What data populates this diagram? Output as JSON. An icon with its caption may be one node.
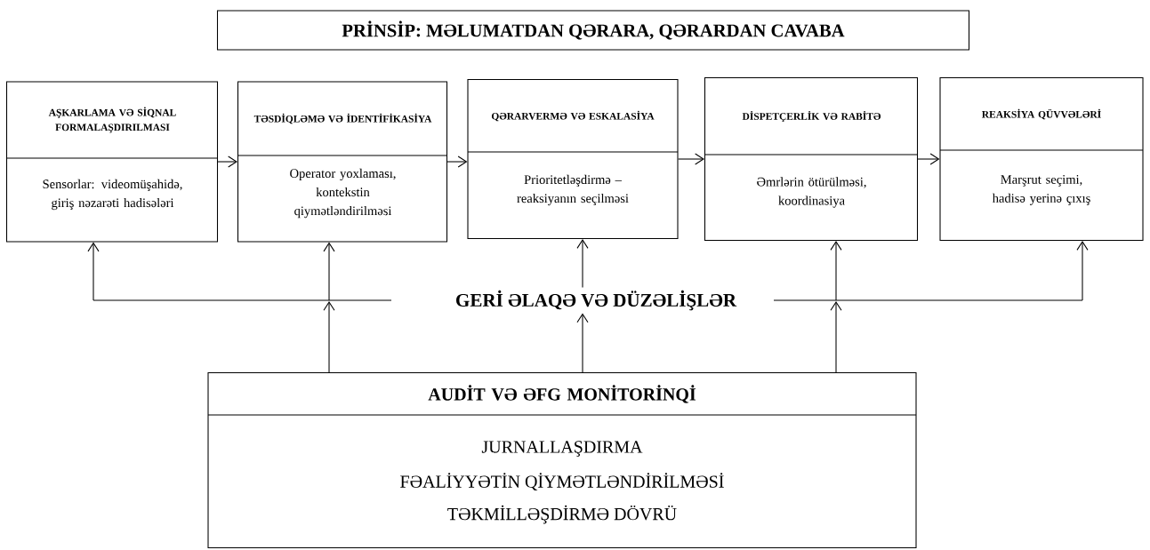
{
  "diagram": {
    "title": "PRİNSİP: MƏLUMATDAN QƏRARA, QƏRARDAN CAVABA",
    "nodes": [
      {
        "text": [
          "AŞKARLAMA VƏ SİQNAL FORMALAŞDIRILMASI",
          "Sensorlar: videomüşahidə, giriş nəzarəti hadisələri"
        ]
      },
      {
        "text": [
          "TƏSDİQLƏMƏ VƏ İDENTİFİKASİYA",
          "Operator yoxlaması, kontekstin qiymətləndirilməsi"
        ]
      },
      {
        "text": [
          "QƏRARVERMƏ VƏ ESKALASİYA",
          "Prioritetləşdirmə – reaksiyanın seçilməsi"
        ]
      },
      {
        "text": [
          "DİSPETÇERLİK VƏ RABİTƏ",
          "Əmrlərin ötürülməsi, koordinasiya"
        ]
      },
      {
        "text": [
          "REAKSİYA QÜVVƏLƏRİ",
          "Marşrut seçimi, hadisə yerinə çıxış"
        ]
      },
      {
        "text": [
          "GERİ ƏLAQƏ VƏ DÜZƏLİŞLƏR"
        ]
      },
      {
        "text": [
          "AUDİT VƏ ƏFG MONİTORİNQİ",
          "JURNALLAŞDIRMA",
          "FƏALİYYƏTİN QİYMƏTLƏNDİRİLMƏSİ",
          "TƏKMİLLƏŞDİRMƏ DÖVRÜ"
        ]
      }
    ],
    "edges": [
      {
        "from": 0,
        "to": 1,
        "arrow": "to"
      },
      {
        "from": 1,
        "to": 2,
        "arrow": "to"
      },
      {
        "from": 2,
        "to": 3,
        "arrow": "to"
      },
      {
        "from": 3,
        "to": 4,
        "arrow": "to"
      },
      {
        "from": 5,
        "to": 0,
        "arrow": "to"
      },
      {
        "from": 5,
        "to": 1,
        "arrow": "to"
      },
      {
        "from": 5,
        "to": 2,
        "arrow": "to"
      },
      {
        "from": 5,
        "to": 3,
        "arrow": "to"
      },
      {
        "from": 5,
        "to": 4,
        "arrow": "to"
      },
      {
        "from": 6,
        "to": 5,
        "arrow": "to"
      },
      {
        "from": 6,
        "to": 5,
        "arrow": "to"
      },
      {
        "from": 6,
        "to": 5,
        "arrow": "to"
      }
    ]
  }
}
